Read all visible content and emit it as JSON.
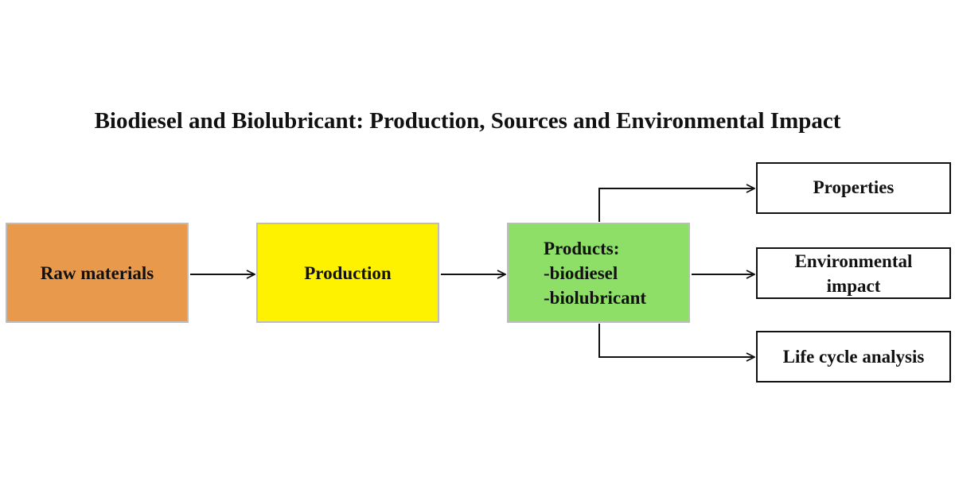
{
  "diagram": {
    "title": "Biodiesel and Biolubricant: Production, Sources and Environmental Impact",
    "stages": {
      "raw_materials": "Raw materials",
      "production": "Production",
      "products": {
        "heading": "Products:",
        "item_1": "-biodiesel",
        "item_2": "-biolubricant"
      }
    },
    "outcomes": {
      "properties": "Properties",
      "environmental_impact": "Environmental impact",
      "life_cycle_analysis": "Life cycle analysis"
    },
    "colors": {
      "raw_materials": "#e8994c",
      "production": "#fff200",
      "products": "#8ddf67",
      "connector": "#111111"
    }
  }
}
